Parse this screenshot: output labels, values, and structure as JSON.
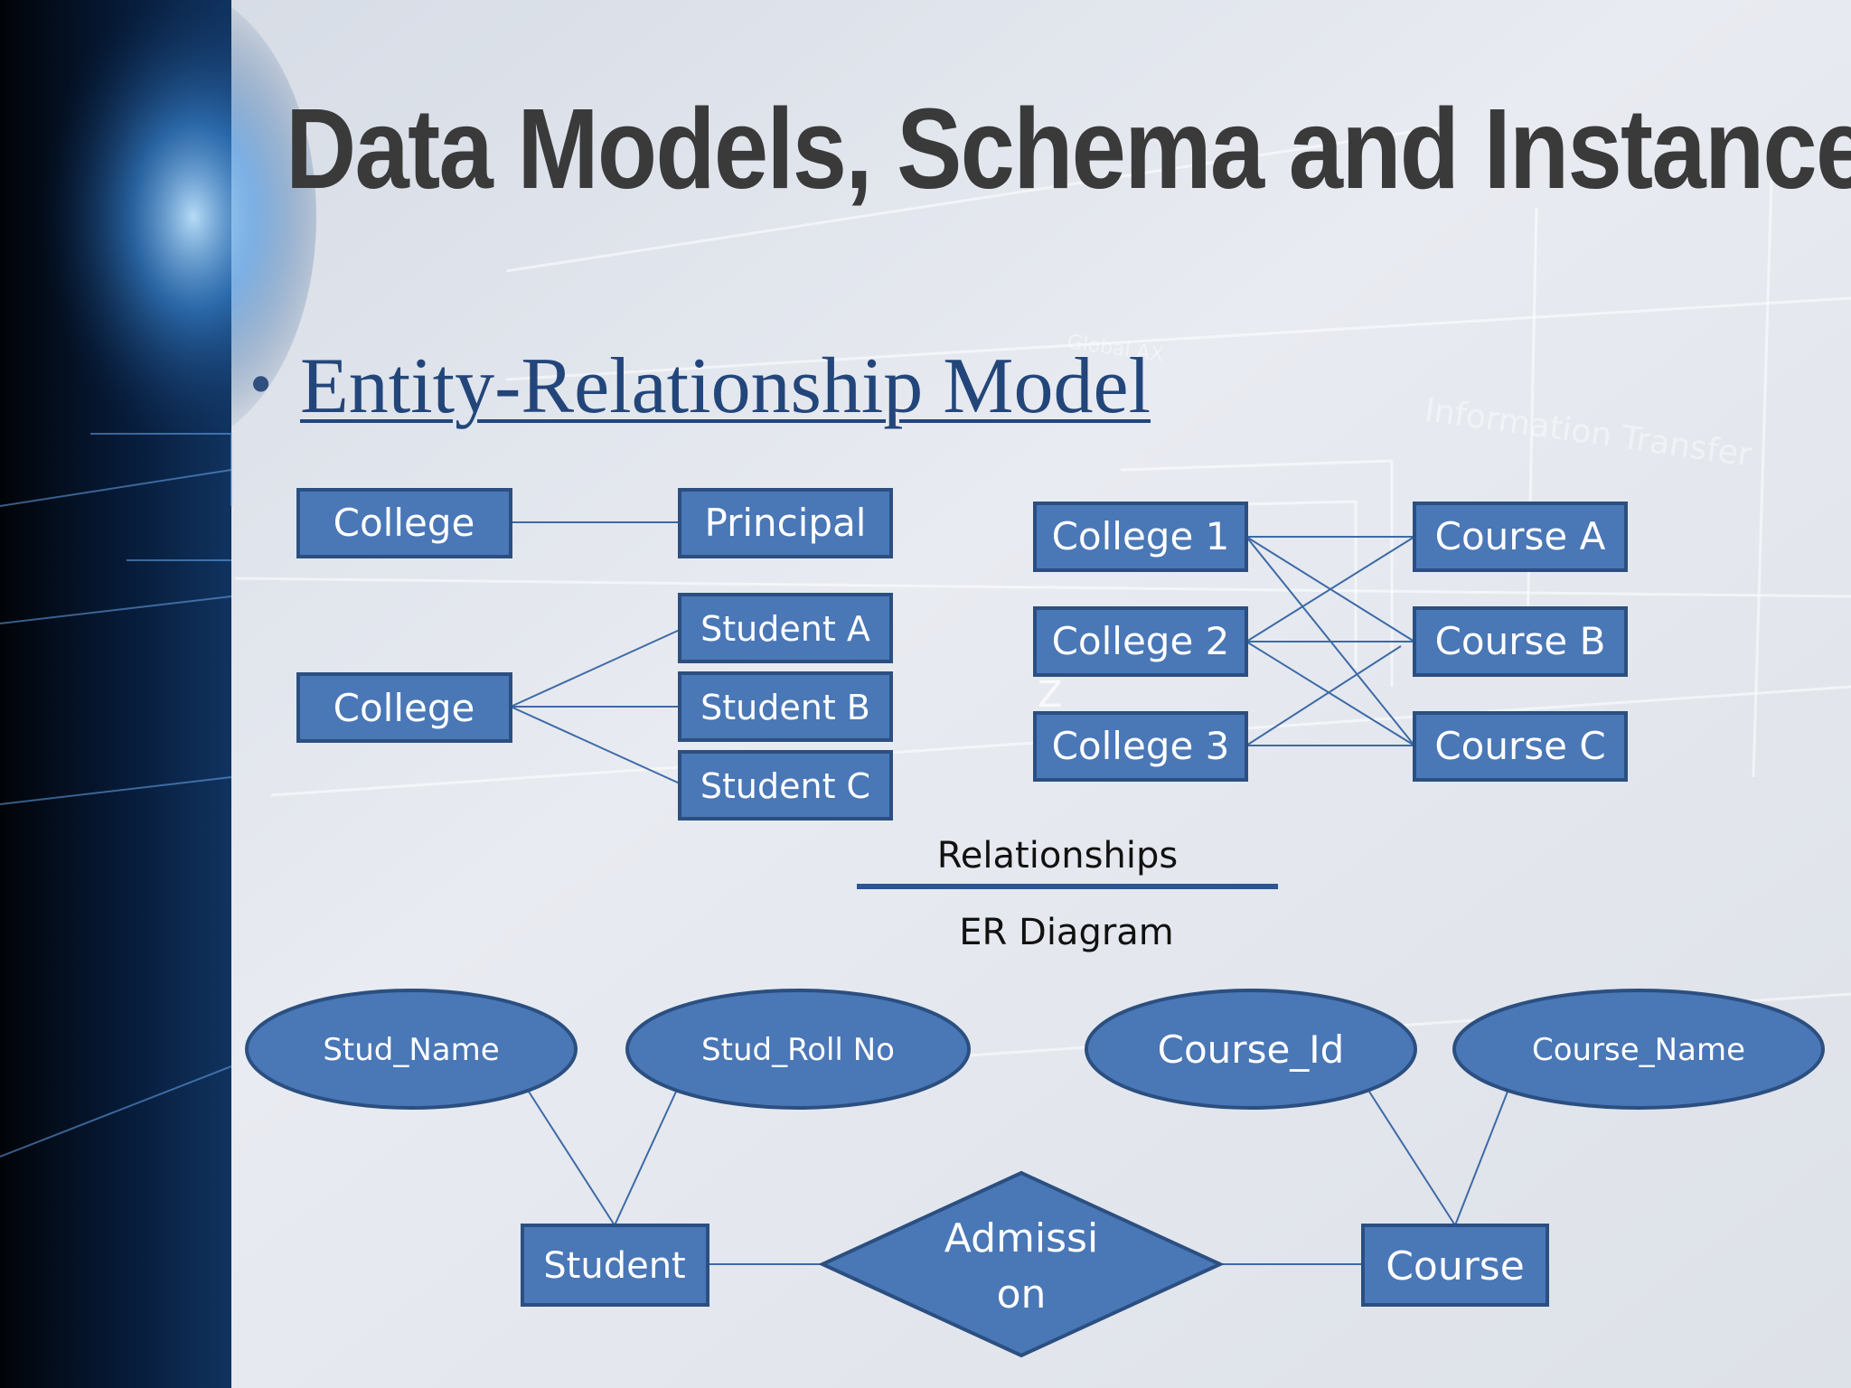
{
  "slide": {
    "title": "Data Models, Schema and Instances",
    "bullet": "Entity-Relationship Model"
  },
  "background": {
    "watermark_1": "Information Transfer",
    "watermark_2": "Global AX"
  },
  "relationships": {
    "one_to_one": {
      "left": "College",
      "right": "Principal"
    },
    "one_to_many": {
      "left": "College",
      "right": [
        "Student A",
        "Student B",
        "Student C"
      ]
    },
    "many_to_many": {
      "left": [
        "College 1",
        "College 2",
        "College 3"
      ],
      "right": [
        "Course A",
        "Course B",
        "Course C"
      ]
    },
    "stray_mark": "Z",
    "caption_top": "Relationships",
    "caption_bottom": "ER Diagram"
  },
  "er_diagram": {
    "attributes": [
      "Stud_Name",
      "Stud_Roll No",
      "Course_Id",
      "Course_Name"
    ],
    "entity_left": "Student",
    "relationship_line1": "Admissi",
    "relationship_line2": "on",
    "entity_right": "Course"
  },
  "colors": {
    "shape_fill": "#4a77b6",
    "shape_border": "#2b4f80",
    "link": "#23467a",
    "title": "#3a3a3a"
  }
}
